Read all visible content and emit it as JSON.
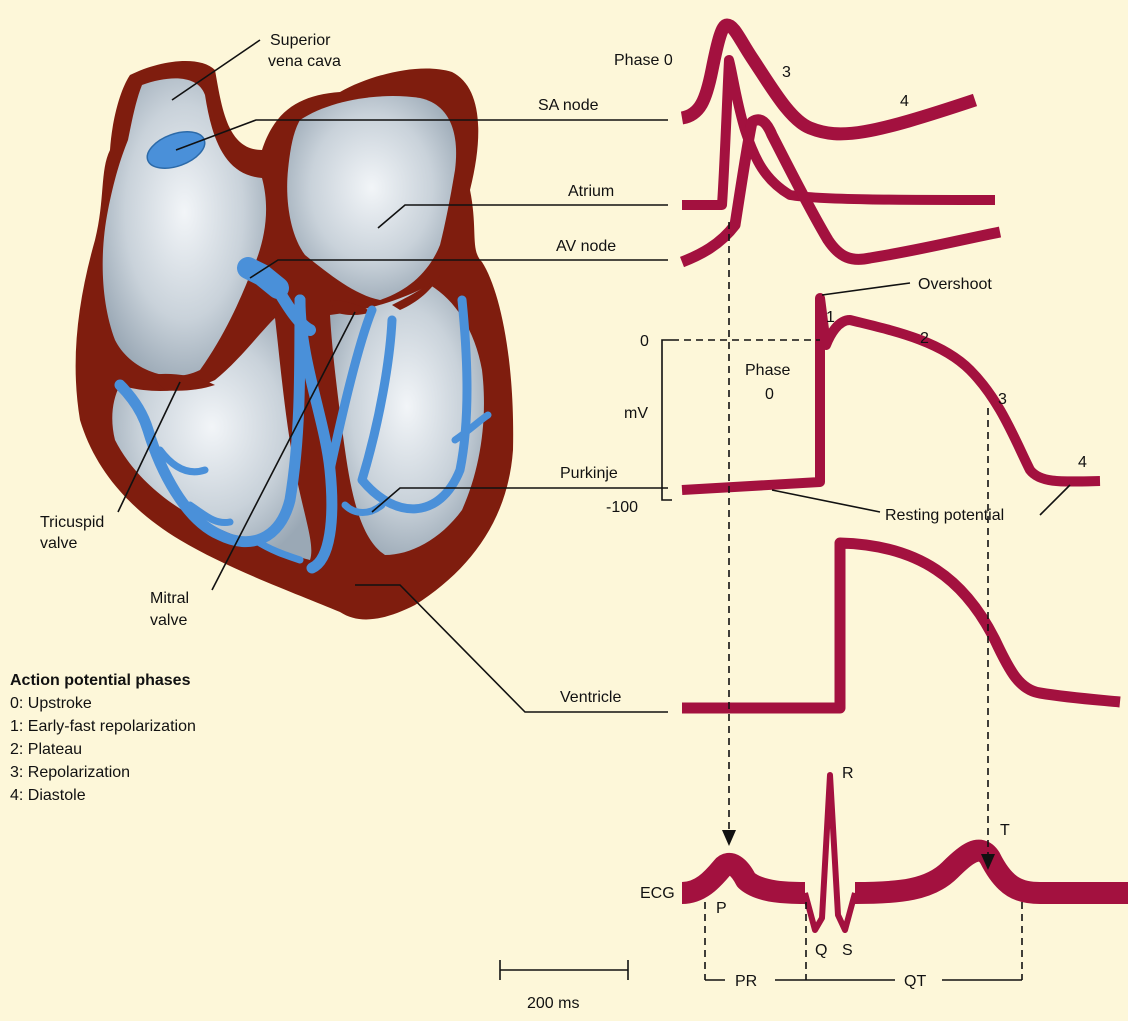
{
  "colors": {
    "background": "#fdf7d9",
    "heart_wall": "#7f1d0e",
    "chamber": "#c9d2da",
    "conduction_system": "#4a90d9",
    "trace": "#a3113f",
    "line": "#111111"
  },
  "heart_labels": {
    "svc_line1": "Superior",
    "svc_line2": "vena cava",
    "tricuspid_line1": "Tricuspid",
    "tricuspid_line2": "valve",
    "mitral_line1": "Mitral",
    "mitral_line2": "valve"
  },
  "trace_labels": {
    "sa_node": "SA node",
    "atrium": "Atrium",
    "av_node": "AV node",
    "purkinje": "Purkinje",
    "ventricle": "Ventricle",
    "ecg": "ECG"
  },
  "sa_phases": {
    "p0": "Phase 0",
    "p3": "3",
    "p4": "4"
  },
  "purkinje_annotations": {
    "overshoot": "Overshoot",
    "resting": "Resting potential",
    "phase0_line1": "Phase",
    "phase0_line2": "0",
    "p1": "1",
    "p2": "2",
    "p3": "3",
    "p4": "4",
    "mv_zero": "0",
    "mv_unit": "mV",
    "mv_min": "-100"
  },
  "ecg_labels": {
    "p": "P",
    "q": "Q",
    "r": "R",
    "s": "S",
    "t": "T",
    "pr": "PR",
    "qt": "QT"
  },
  "scale_bar": {
    "label": "200 ms"
  },
  "legend": {
    "title": "Action potential phases",
    "items": [
      "0:  Upstroke",
      "1:  Early-fast repolarization",
      "2:  Plateau",
      "3:  Repolarization",
      "4:  Diastole"
    ]
  }
}
